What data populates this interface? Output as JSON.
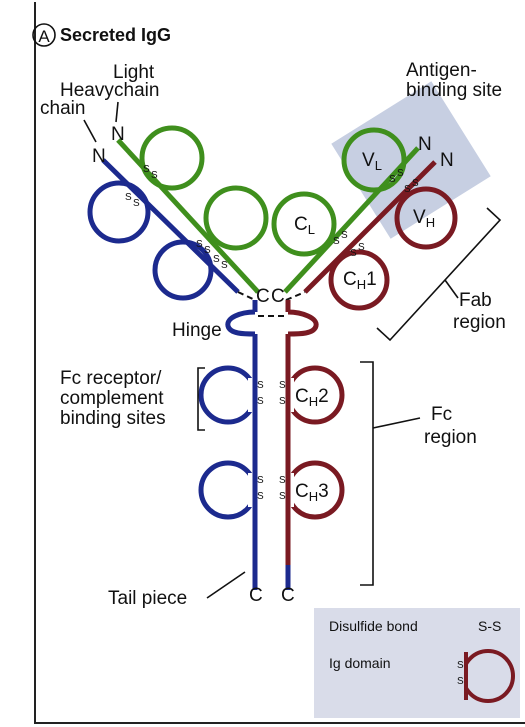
{
  "panel": {
    "letter": "A",
    "title": "Secreted IgG"
  },
  "labels": {
    "heavy_chain": [
      "Heavy",
      "chain"
    ],
    "light_chain": [
      "Light",
      "chain"
    ],
    "antigen_site": [
      "Antigen-",
      "binding site"
    ],
    "hinge": "Hinge",
    "fc_receptor": [
      "Fc receptor/",
      "complement",
      "binding sites"
    ],
    "fab_region": [
      "Fab",
      "region"
    ],
    "fc_region": [
      "Fc",
      "region"
    ],
    "tail_piece": "Tail piece"
  },
  "termini": {
    "n": "N",
    "c": "C"
  },
  "domains": {
    "vl": {
      "main": "V",
      "sub": "L"
    },
    "vh": {
      "main": "V",
      "sub": "H"
    },
    "cl": {
      "main": "C",
      "sub": "L"
    },
    "ch1": {
      "main": "C",
      "sub": "H",
      "suffix": "1"
    },
    "ch2": {
      "main": "C",
      "sub": "H",
      "suffix": "2"
    },
    "ch3": {
      "main": "C",
      "sub": "H",
      "suffix": "3"
    }
  },
  "disulfide_symbol": "S",
  "legend": {
    "disulfide_label": "Disulfide bond",
    "disulfide_symbol": "S-S",
    "ig_domain_label": "Ig domain"
  },
  "colors": {
    "heavy_left": "#1c2a8e",
    "light": "#3f8f1d",
    "heavy_right": "#7a1a22",
    "antigen_box": "#c7cfe2",
    "legend_box": "#d9dce9"
  }
}
